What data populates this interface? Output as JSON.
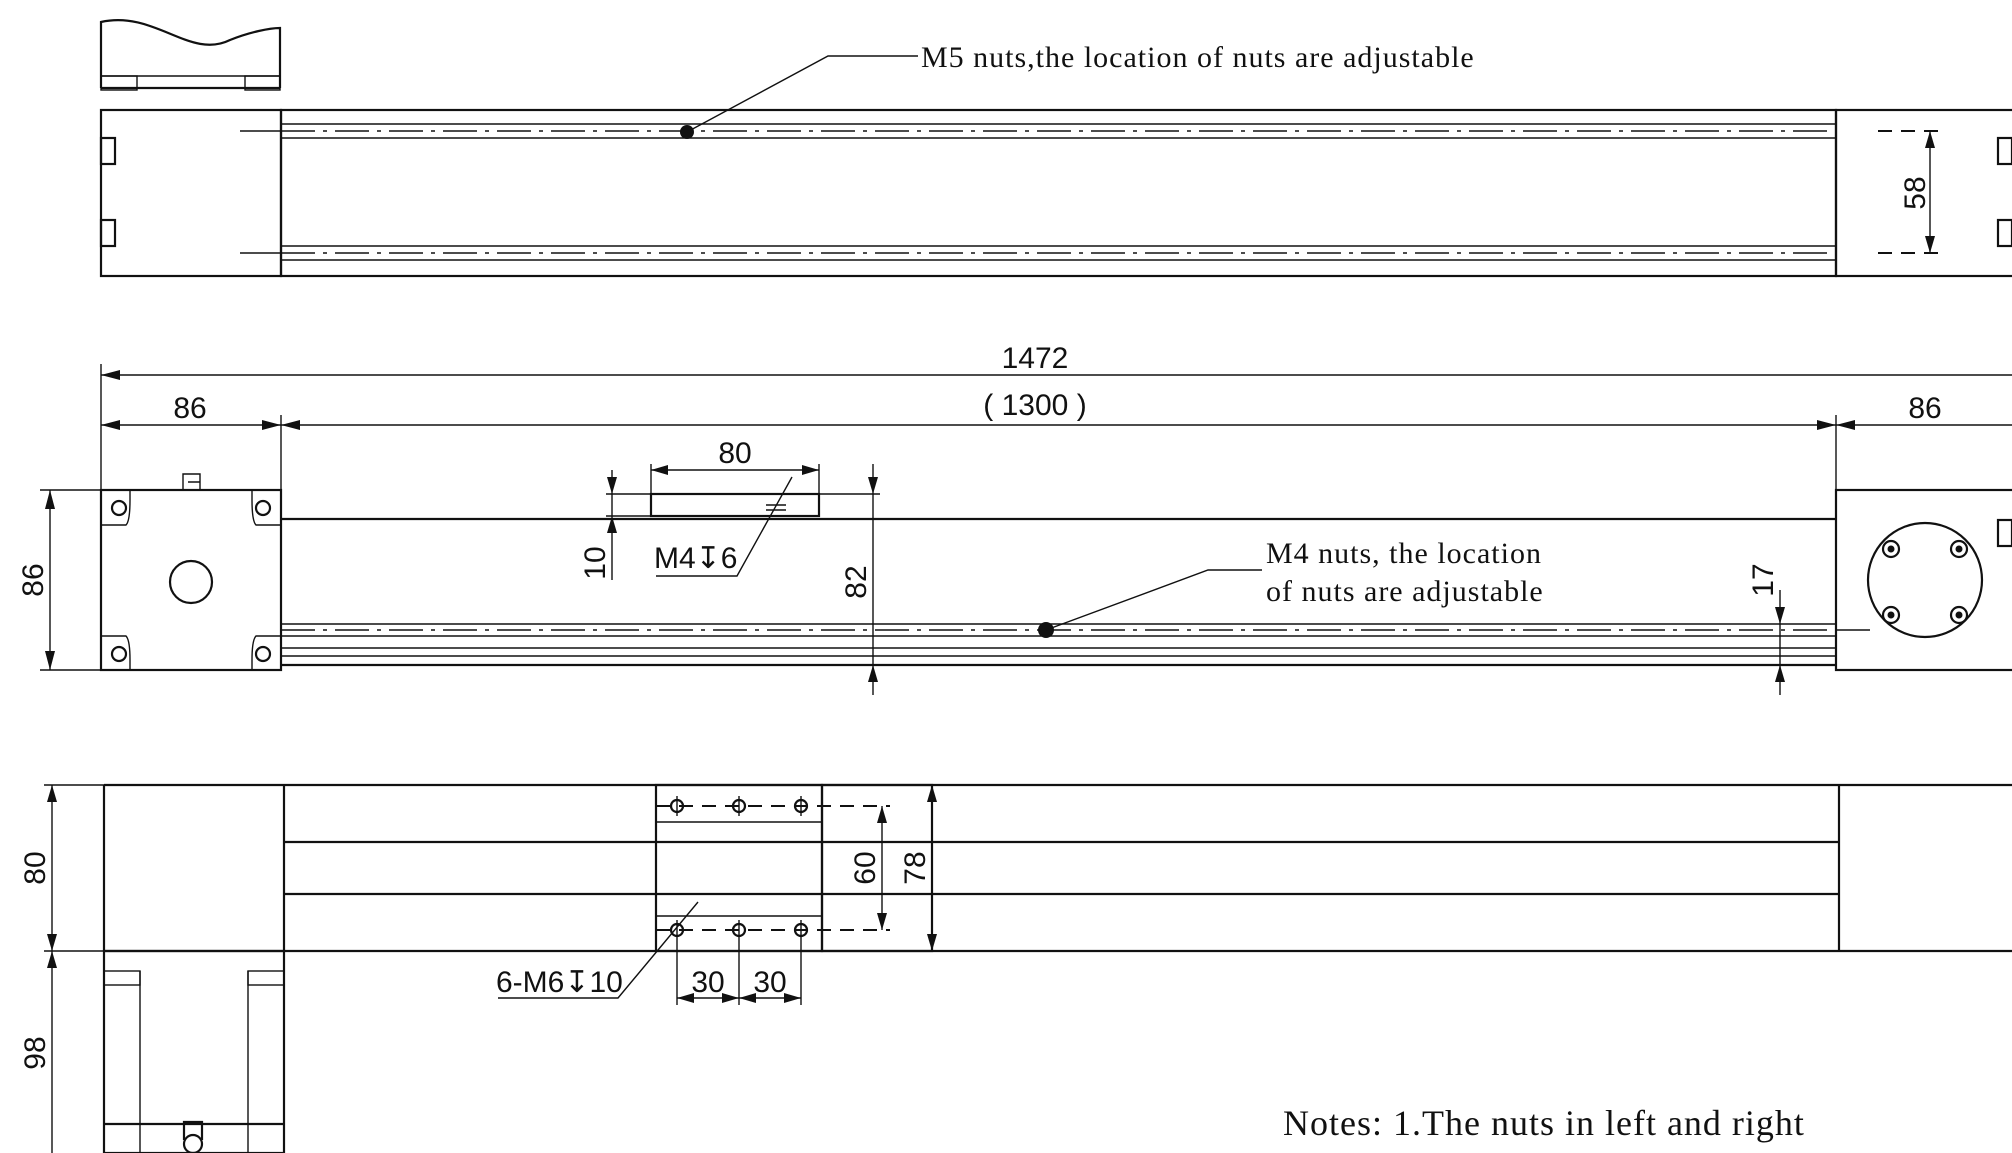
{
  "callouts": {
    "m5_nuts": "M5 nuts,the location of nuts are adjustable",
    "m4_nuts_line1": "M4 nuts, the location",
    "m4_nuts_line2": "of nuts are adjustable",
    "m4_thread": "M4↧6",
    "m6_thread": "6-M6↧10"
  },
  "dimensions": {
    "d58": "58",
    "d1472": "1472",
    "d1300": "( 1300 )",
    "d86_left": "86",
    "d86_right": "86",
    "d80_top": "80",
    "d10": "10",
    "d82": "82",
    "d17": "17",
    "d86_height": "86",
    "d80_side": "80",
    "d98": "98",
    "d60": "60",
    "d78": "78",
    "d30_a": "30",
    "d30_b": "30"
  },
  "notes": {
    "line1": "Notes: 1.The nuts in left and right"
  }
}
